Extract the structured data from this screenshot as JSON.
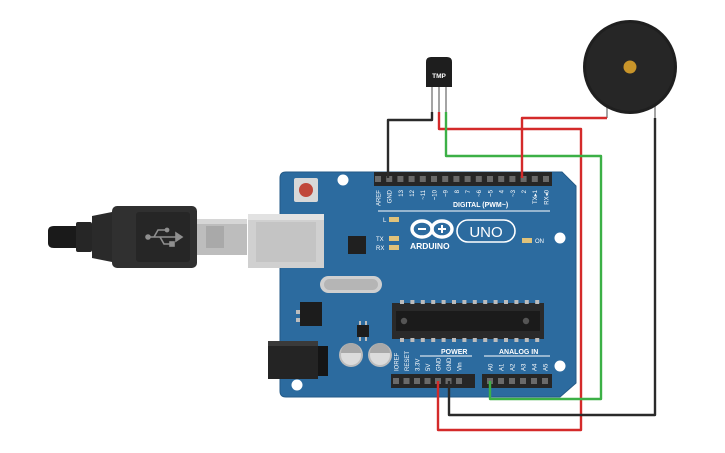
{
  "sensor": {
    "label": "TMP"
  },
  "board": {
    "brand": "ARDUINO",
    "model": "UNO",
    "digital_header_label": "DIGITAL (PWM~)",
    "digital_pins": [
      "AREF",
      "GND",
      "13",
      "12",
      "~11",
      "~10",
      "~9",
      "8",
      "7",
      "~6",
      "~5",
      "4",
      "~3",
      "2",
      "TX▸1",
      "RX◂0"
    ],
    "power_label": "POWER",
    "power_pins": [
      "IOREF",
      "RESET",
      "3.3V",
      "5V",
      "GND",
      "GND",
      "Vin"
    ],
    "analog_label": "ANALOG IN",
    "analog_pins": [
      "A0",
      "A1",
      "A2",
      "A3",
      "A4",
      "A5"
    ],
    "led_l": "L",
    "led_tx": "TX",
    "led_rx": "RX",
    "led_on": "ON"
  },
  "colors": {
    "board": "#2c6b9f",
    "wire_red": "#d42a2a",
    "wire_green": "#3cb046",
    "wire_black": "#2a2a2a",
    "buzzer": "#1f1f1f",
    "buzzer_center": "#c9952a"
  }
}
